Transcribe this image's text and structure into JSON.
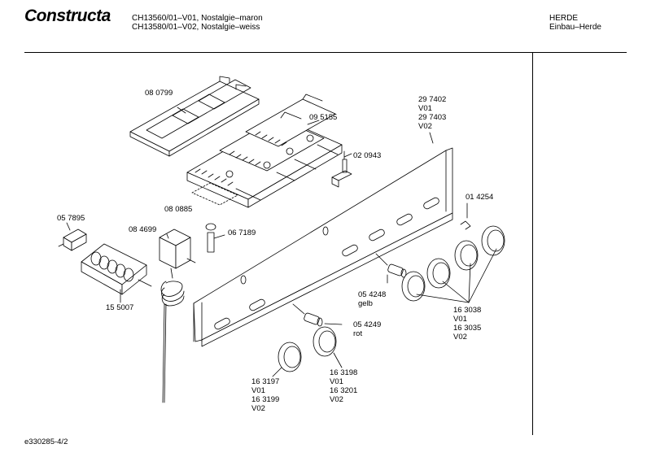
{
  "header": {
    "brand": "Constructa",
    "model_line_1": "CH13560/01–V01, Nostalgie–maron",
    "model_line_2": "CH13580/01–V02, Nostalgie–weiss",
    "category_1": "HERDE",
    "category_2": "Einbau–Herde"
  },
  "parts": {
    "p080799": [
      "08 0799"
    ],
    "p095155": [
      "09 5155"
    ],
    "p297402": [
      "29 7402",
      "V01",
      "29 7403",
      "V02"
    ],
    "p020943": [
      "02 0943"
    ],
    "p080885": [
      "08 0885"
    ],
    "p014254": [
      "01 4254"
    ],
    "p057895": [
      "05 7895"
    ],
    "p084699": [
      "08 4699"
    ],
    "p067189": [
      "06 7189"
    ],
    "p155007": [
      "15 5007"
    ],
    "p054248": [
      "05 4248",
      "gelb"
    ],
    "p163038": [
      "16 3038",
      "V01",
      "16 3035",
      "V02"
    ],
    "p054249": [
      "05 4249",
      "rot"
    ],
    "p163197": [
      "16 3197",
      "V01",
      "16 3199",
      "V02"
    ],
    "p163198": [
      "16 3198",
      "V01",
      "16 3201",
      "V02"
    ]
  },
  "footer": {
    "drawing_id": "e330285-4/2"
  }
}
